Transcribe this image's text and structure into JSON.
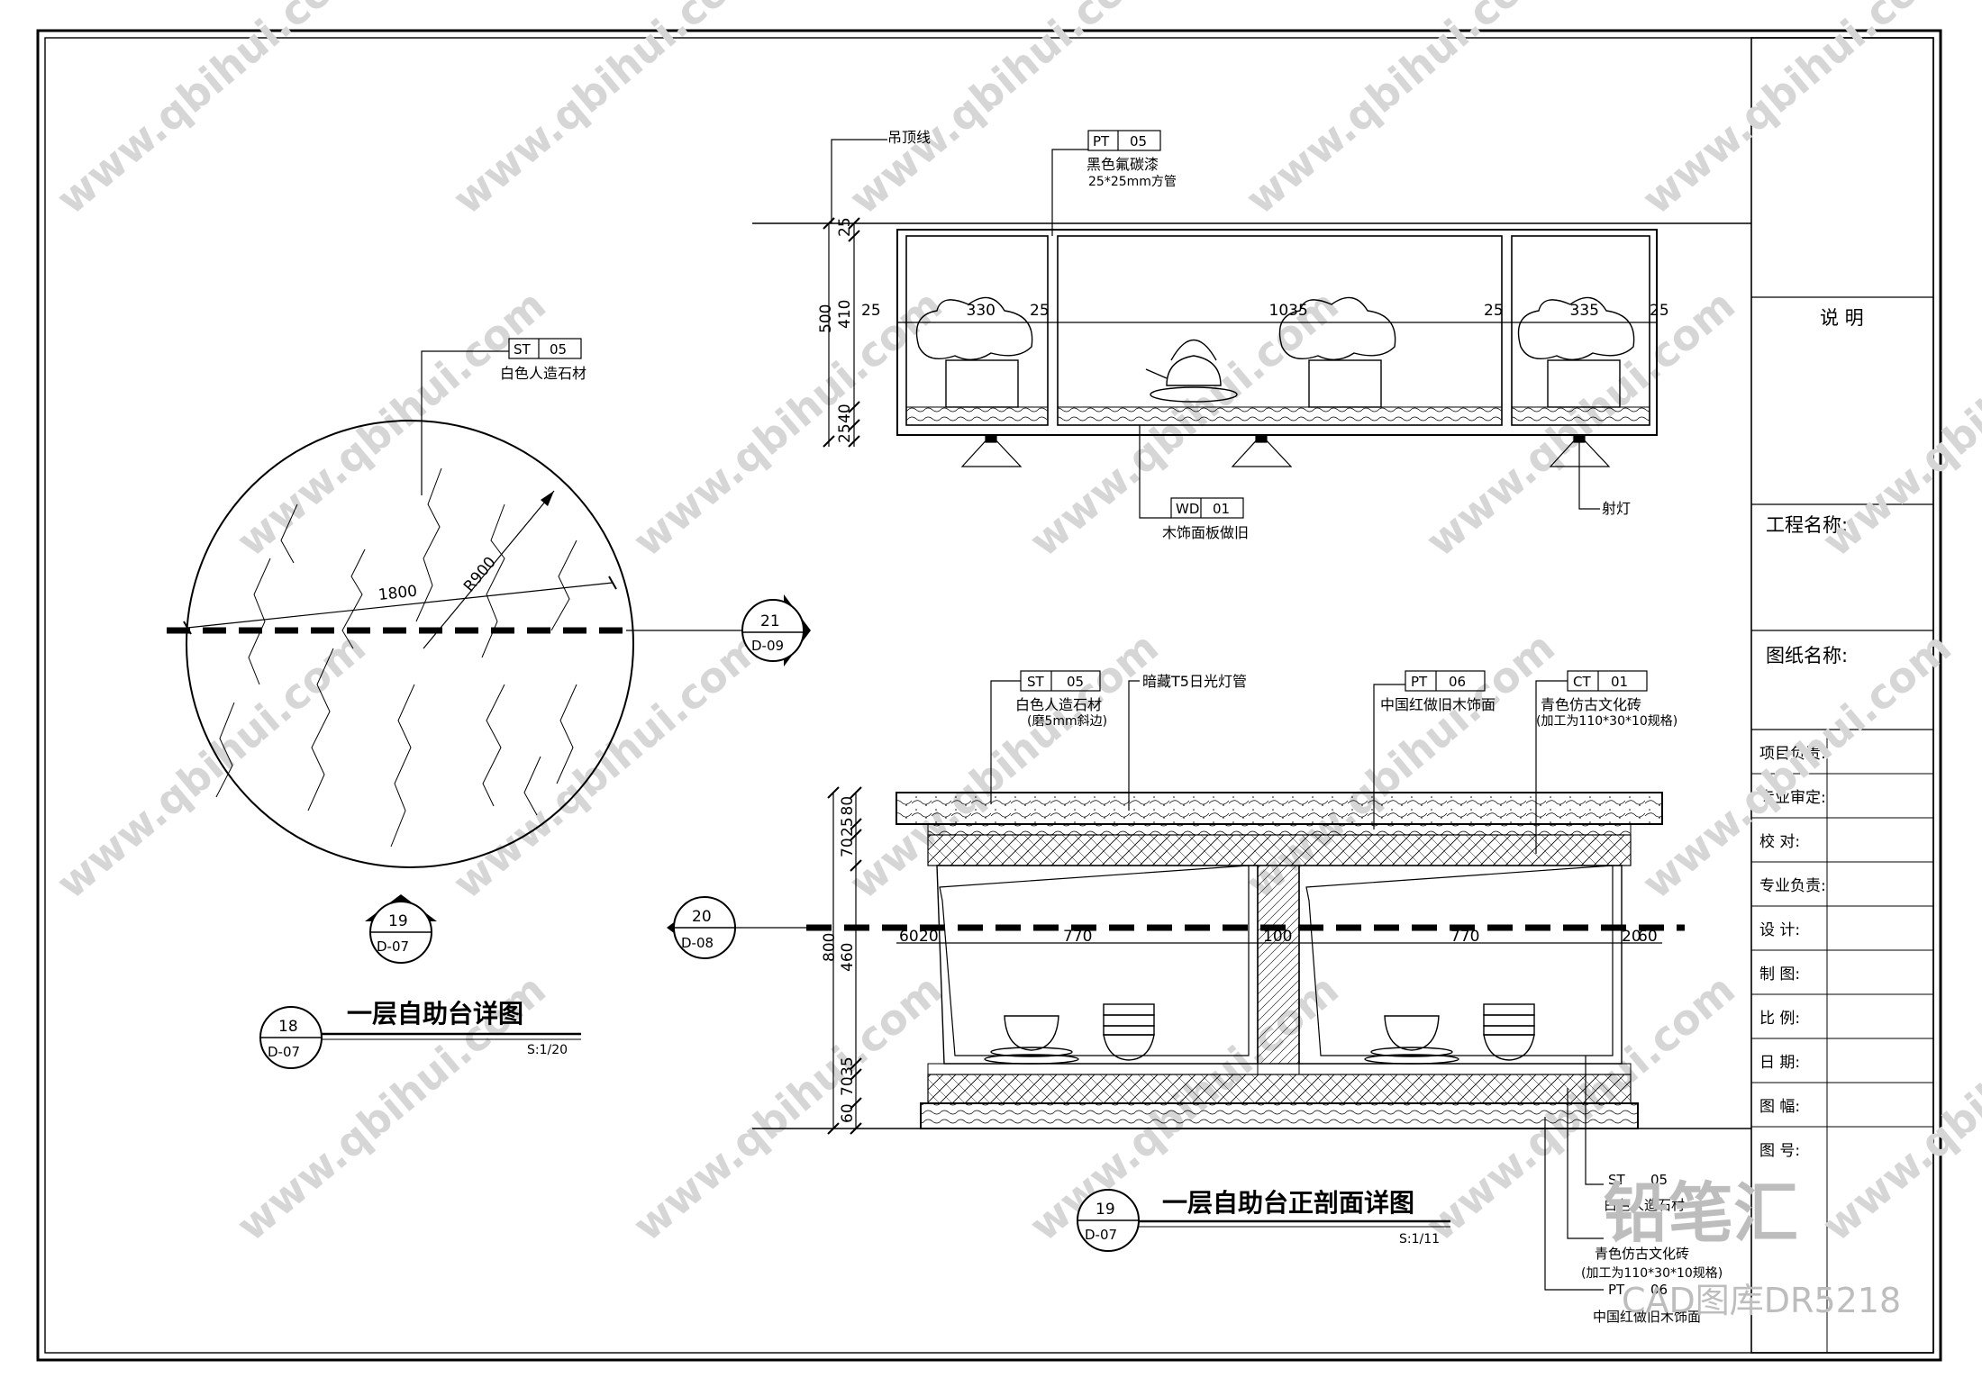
{
  "title_block": {
    "description_label": "说 明",
    "project_name_label": "工程名称:",
    "drawing_name_label": "图纸名称:",
    "rows": [
      {
        "label": "项目负责:"
      },
      {
        "label": "专业审定:"
      },
      {
        "label": "校    对:"
      },
      {
        "label": "专业负责:"
      },
      {
        "label": "设    计:"
      },
      {
        "label": "制    图:"
      },
      {
        "label": "比  例:"
      },
      {
        "label": "日  期:"
      },
      {
        "label": "图  幅:"
      },
      {
        "label": "图  号:"
      }
    ]
  },
  "plan_view": {
    "title": "一层自助台详图",
    "scale": "S:1/20",
    "diameter_dim": "1800",
    "radius_dim": "R900",
    "callout": {
      "code": "ST",
      "num": "05",
      "note": "白色人造石材"
    },
    "bubble_title": {
      "num": "18",
      "sheet": "D-07"
    },
    "bubble_bottom": {
      "num": "19",
      "sheet": "D-07"
    },
    "bubble_right": {
      "num": "21",
      "sheet": "D-09"
    }
  },
  "shelf_elevation": {
    "ceiling_note": "吊顶线",
    "callout_pt": {
      "code": "PT",
      "num": "05",
      "note": "黑色氟碳漆",
      "note2": "25*25mm方管"
    },
    "callout_wd": {
      "code": "WD",
      "num": "01",
      "note": "木饰面板做旧"
    },
    "spotlight_note": "射灯",
    "vertical_dims": [
      "25",
      "410",
      "40",
      "25"
    ],
    "overall_dim": "500",
    "horizontal_dims": [
      "25",
      "330",
      "25",
      "1035",
      "25",
      "335",
      "25"
    ]
  },
  "counter_section": {
    "title": "一层自助台正剖面详图",
    "scale": "S:1/11",
    "bubble_title": {
      "num": "19",
      "sheet": "D-07"
    },
    "bubble_left": {
      "num": "20",
      "sheet": "D-08"
    },
    "callout_st": {
      "code": "ST",
      "num": "05",
      "note": "白色人造石材",
      "note2": "(磨5mm斜边)"
    },
    "lamp_note": "暗藏T5日光灯管",
    "callout_pt": {
      "code": "PT",
      "num": "06",
      "note": "中国红做旧木饰面"
    },
    "callout_ct": {
      "code": "CT",
      "num": "01",
      "note": "青色仿古文化砖",
      "note2": "(加工为110*30*10规格)"
    },
    "vertical_dims": [
      "80",
      "25",
      "70",
      "460",
      "35",
      "70",
      "60"
    ],
    "overall_dim": "800",
    "horizontal_dims": [
      "60",
      "20",
      "770",
      "100",
      "770",
      "20",
      "60"
    ],
    "lower_labels": [
      "ST",
      "05",
      "白色人造石材",
      "青色仿古文化砖",
      "(加工为110*30*10规格)",
      "PT",
      "06",
      "中国红做旧木饰面"
    ]
  },
  "watermark": {
    "site": "www.qbihui.com",
    "brand": "铅笔汇",
    "code": "CAD图库DR5218"
  }
}
